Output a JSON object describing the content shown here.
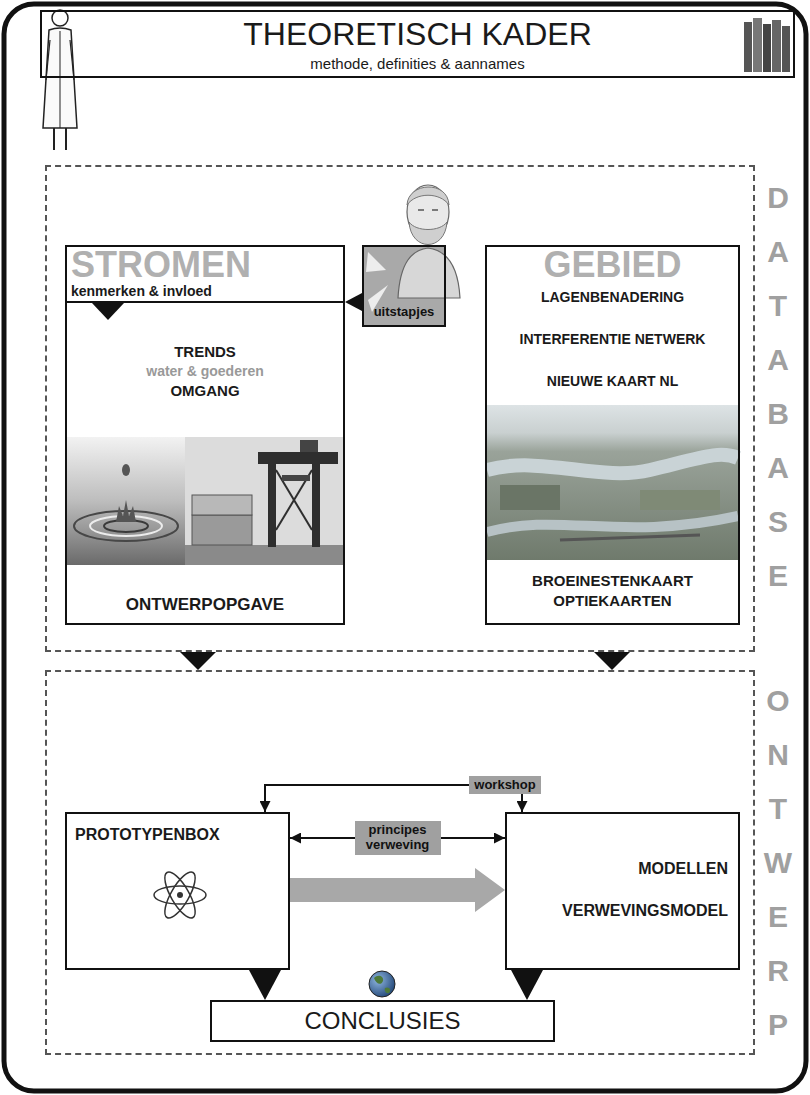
{
  "diagram": {
    "nodes": [
      {
        "text": [
          "THEORETISCH KADER",
          "methode, definities & aannames"
        ]
      },
      {
        "text": [
          "DATABASE"
        ]
      },
      {
        "text": [
          "STROMEN",
          "kenmerken & invloed",
          "TRENDS",
          "water & goederen",
          "OMGANG",
          "ONTWERPOPGAVE"
        ],
        "in": 1
      },
      {
        "text": [
          "uitstapjes"
        ],
        "in": 1
      },
      {
        "text": [
          "GEBIED",
          "LAGENBENADERING",
          "INTERFERENTIE NETWERK",
          "NIEUWE KAART NL",
          "BROEINESTENKAART OPTIEKAARTEN"
        ],
        "in": 1
      },
      {
        "text": [
          "ONTWERP"
        ]
      },
      {
        "text": [
          "PROTOTYPENBOX"
        ],
        "in": 5
      },
      {
        "text": [
          "MODELLEN",
          "VERWEVINGSMODEL"
        ],
        "in": 5
      },
      {
        "text": [
          "CONCLUSIES"
        ],
        "in": 5
      }
    ],
    "edges": [
      {
        "from": 3,
        "to": 2,
        "arrow": "to"
      },
      {
        "from": 1,
        "to": 5,
        "arrow": "to"
      },
      {
        "from": 1,
        "to": 5,
        "arrow": "to"
      },
      {
        "from": 6,
        "to": 7,
        "label": "workshop",
        "arrow": "both"
      },
      {
        "from": 6,
        "to": 7,
        "label": "principes verweving",
        "arrow": "both"
      },
      {
        "from": 6,
        "to": 7,
        "arrow": "to"
      },
      {
        "from": 6,
        "to": 8,
        "arrow": "to"
      },
      {
        "from": 7,
        "to": 8,
        "arrow": "to"
      }
    ]
  }
}
